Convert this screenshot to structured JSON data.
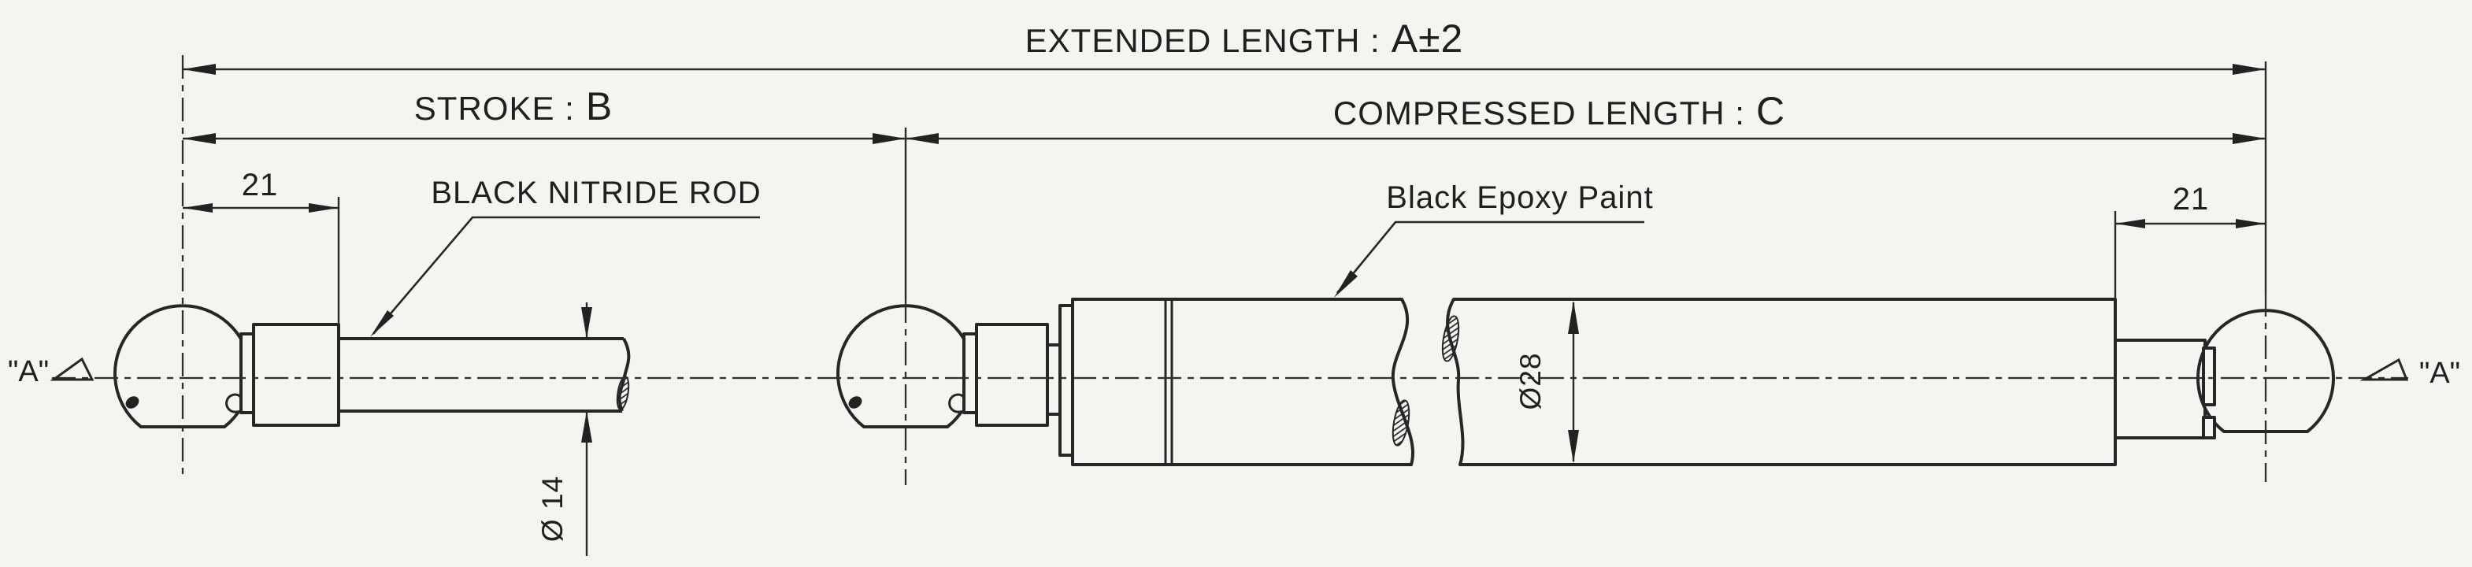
{
  "drawing": {
    "type": "gas-spring outline drawing",
    "colors": {
      "paper": "#f4f4f1",
      "ink": "#262626"
    }
  },
  "dimensions": {
    "extended": {
      "label": "EXTENDED LENGTH :",
      "value": "A±2"
    },
    "stroke": {
      "label": "STROKE :",
      "value": "B"
    },
    "compressed": {
      "label": "COMPRESSED LENGTH :",
      "value": "C"
    },
    "rod_end_offset": "21",
    "tube_end_offset": "21",
    "rod_diameter": "Ø 14",
    "tube_diameter": "Ø28"
  },
  "annotations": {
    "rod_material": "BLACK NITRIDE ROD",
    "tube_finish": "Black Epoxy Paint",
    "datum_left": "\"A\"",
    "datum_right": "\"A\""
  }
}
